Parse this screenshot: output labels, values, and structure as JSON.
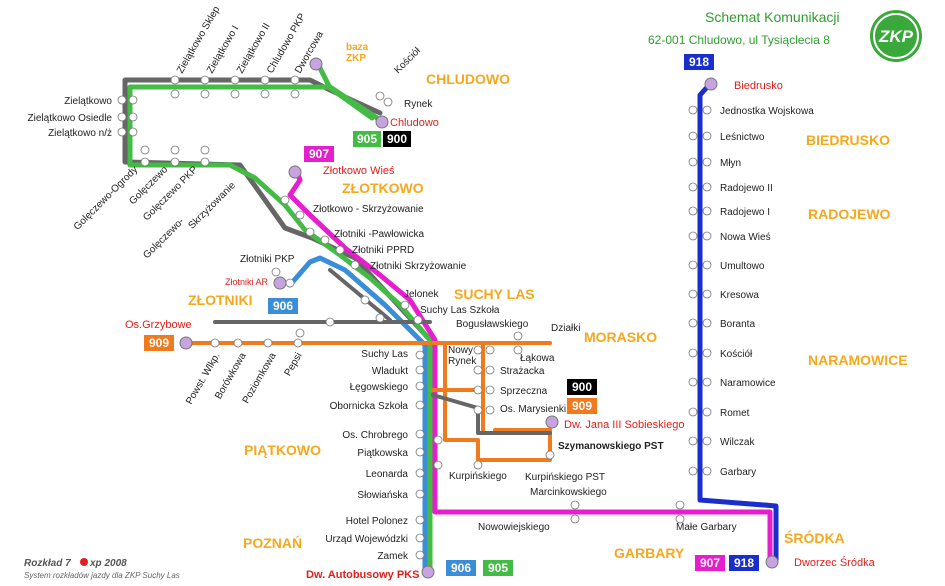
{
  "header": {
    "title": "Schemat Komunikacji",
    "subtitle": "62-001 Chludowo, ul Tysiąclecia 8",
    "logo_text": "ZKP"
  },
  "footer": {
    "line1_prefix": "Rozkład 7",
    "line1_suffix": "xp 2008",
    "line2": "System rozkładów jazdy dla ZKP Suchy Las"
  },
  "route_colors": {
    "905": "#44bb44",
    "906": "#3a8ed8",
    "907": "#e61ecd",
    "909": "#f07a1e",
    "900": "#000000",
    "918": "#1a2ecc",
    "gray": "#666666"
  },
  "badges": {
    "b918_top": "918",
    "b905_chl": "905",
    "b900_chl": "900",
    "b907_zl": "907",
    "b906_zl": "906",
    "b909_gr": "909",
    "b900_mor": "900",
    "b909_mor": "909",
    "b906_bot": "906",
    "b905_bot": "905",
    "b907_sro": "907",
    "b918_sro": "918"
  },
  "areas": {
    "chludowo": "CHLUDOWO",
    "zlotkowo": "ZŁOTKOWO",
    "suchy_las": "SUCHY LAS",
    "zlotniki": "ZŁOTNIKI",
    "morasko": "MORASKO",
    "piatkowo": "PIĄTKOWO",
    "poznan": "POZNAŃ",
    "garbary": "GARBARY",
    "biedrusko": "BIEDRUSKO",
    "radojewo": "RADOJEWO",
    "naramowice": "NARAMOWICE",
    "srodka": "ŚRÓDKA"
  },
  "termini": {
    "chludowo": "Chludowo",
    "baza": "baza\nZKP",
    "zlotkowo_wies": "Złotkowo Wieś",
    "zlotniki_ar": "Złotniki AR",
    "os_grzybowe": "Os.Grzybowe",
    "dw_jana": "Dw. Jana III Sobieskiego",
    "szymanowskiego": "Szymanowskiego PST",
    "dw_autobusowy": "Dw. Autobusowy PKS",
    "biedrusko": "Biedrusko",
    "dworzec_srodka": "Dworzec Śródka"
  },
  "stops": {
    "zielatkowo_sklep": "Zielątkowo Sklep",
    "zielatkowo_i": "Zielątkowo I",
    "zielatkowo_ii": "Zielątkowo II",
    "chludowo_pkp": "Chludowo PKP",
    "dworcowa": "Dworcowa",
    "kosciol_chl": "Kościół",
    "rynek_chl": "Rynek",
    "zielatkowo": "Zielątkowo",
    "zielatkowo_osiedle": "Zielątkowo Osiedle",
    "zielatkowo_nz": "Zielątkowo n/ż",
    "golecz_ogrody": "Golęczewo-Ogrody",
    "goleczewo": "Golęczewo",
    "golecz_pkp": "Golęczewo PKP",
    "golecz_skrz": "Golęczewo-\nSkrzyżowanie",
    "zlotkowo_skrz": "Złotkowo - Skrzyżowanie",
    "zlotniki_pawlowicka": "Złotniki -Pawłowicka",
    "zlotniki_pprd": "Złotniki PPRD",
    "zlotniki_skrz": "Złotniki Skrzyżowanie",
    "zlotniki_pkp": "Złotniki PKP",
    "jelonek": "Jelonek",
    "suchy_las_szkola": "Suchy Las Szkoła",
    "boguslawskiego": "Bogusławskiego",
    "dzialki": "Działki",
    "nowy_rynek": "Nowy\nRynek",
    "lakowa": "Łąkowa",
    "strazacka": "Strażacka",
    "sprzeczna": "Sprzeczna",
    "os_marysienki": "Os. Marysienki",
    "suchy_las": "Suchy Las",
    "wladukt": "Wladukt",
    "legowskiego": "Łęgowskiego",
    "obornicka_szkola": "Obornicka Szkoła",
    "os_chrobrego": "Os. Chrobrego",
    "piatkowska": "Piątkowska",
    "leonarda": "Leonarda",
    "slowianska": "Słowiańska",
    "hotel_polonez": "Hotel Polonez",
    "urzad_woj": "Urząd Wojewódzki",
    "zamek": "Zamek",
    "kurpinskiego": "Kurpińskiego",
    "kurpinskiego_pst": "Kurpińskiego PST",
    "marcinkowskiego": "Marcinkowskiego",
    "nowowiejskiego": "Nowowiejskiego",
    "male_garbary": "Małe Garbary",
    "powst_wlkp": "Powst. Wlkp.",
    "borowkowa": "Borówkowa",
    "poziomkowa": "Poziomkowa",
    "pepsi": "Pepsi",
    "jednostka_wojskowa": "Jednostka Wojskowa",
    "lesnictwo": "Leśnictwo",
    "mlyn": "Młyn",
    "radojewo_ii": "Radojewo II",
    "radojewo_i": "Radojewo I",
    "nowa_wies": "Nowa Wieś",
    "umultowo": "Umultowo",
    "kresowa": "Kresowa",
    "boranta": "Boranta",
    "kosciol_nar": "Kościół",
    "naramowice": "Naramowice",
    "romet": "Romet",
    "wilczak": "Wilczak",
    "garbary": "Garbary"
  }
}
